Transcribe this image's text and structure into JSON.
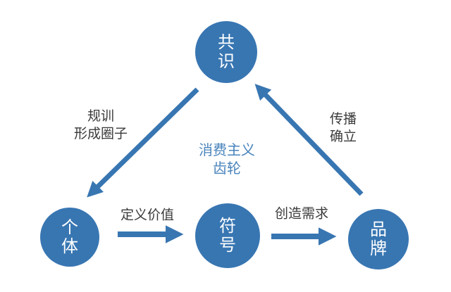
{
  "diagram": {
    "center_label": {
      "line1": "消费主义",
      "line2": "齿轮"
    },
    "nodes": {
      "consensus": {
        "line1": "共",
        "line2": "识"
      },
      "individual": {
        "line1": "个",
        "line2": "体"
      },
      "symbol": {
        "line1": "符",
        "line2": "号"
      },
      "brand": {
        "line1": "品",
        "line2": "牌"
      }
    },
    "edge_labels": {
      "discipline": {
        "line1": "规训",
        "line2": "形成圈子"
      },
      "spread": {
        "line1": "传播",
        "line2": "确立"
      },
      "define_value": "定义价值",
      "create_demand": "创造需求"
    },
    "colors": {
      "background": "#ffffff",
      "node_fill": "#3876b2",
      "arrow": "#3876b2",
      "node_text": "#ffffff",
      "center_text": "#4a84bc",
      "label_text": "#3a3a3a"
    }
  }
}
